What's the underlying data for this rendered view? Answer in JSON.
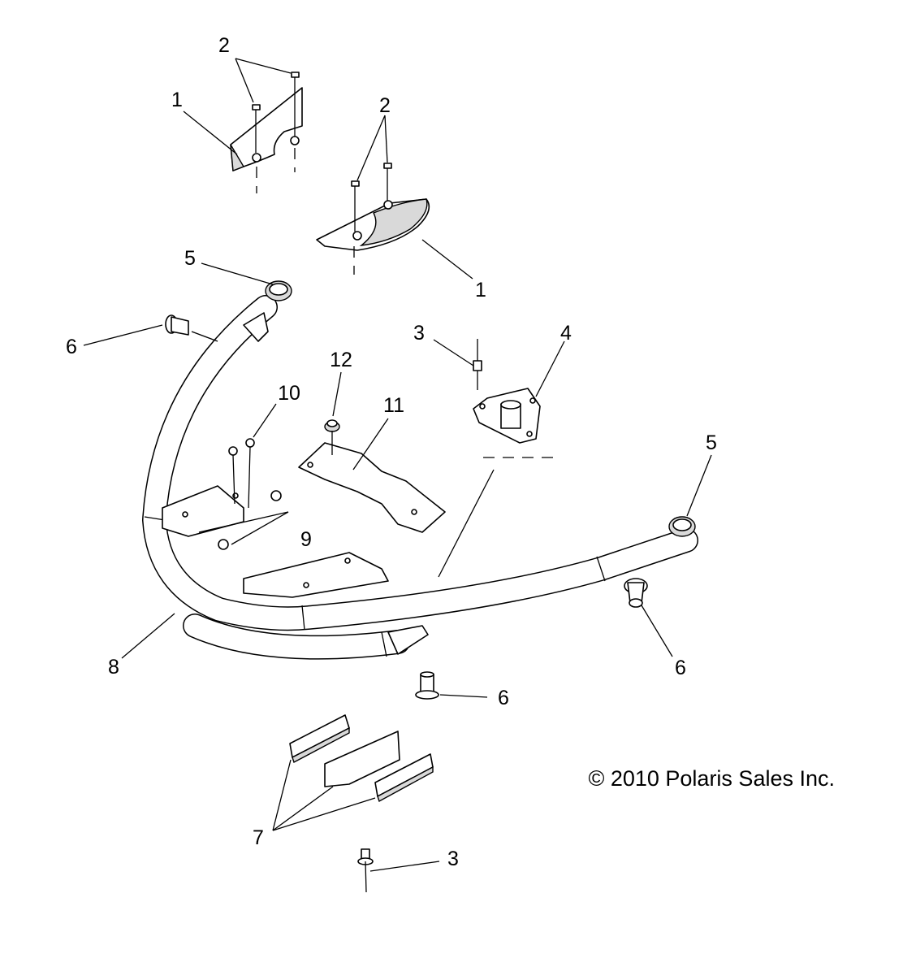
{
  "copyright": "© 2010 Polaris Sales Inc.",
  "callouts": [
    "1",
    "1",
    "2",
    "2",
    "3",
    "3",
    "4",
    "5",
    "5",
    "6",
    "6",
    "6",
    "7",
    "8",
    "9",
    "10",
    "11",
    "12"
  ]
}
